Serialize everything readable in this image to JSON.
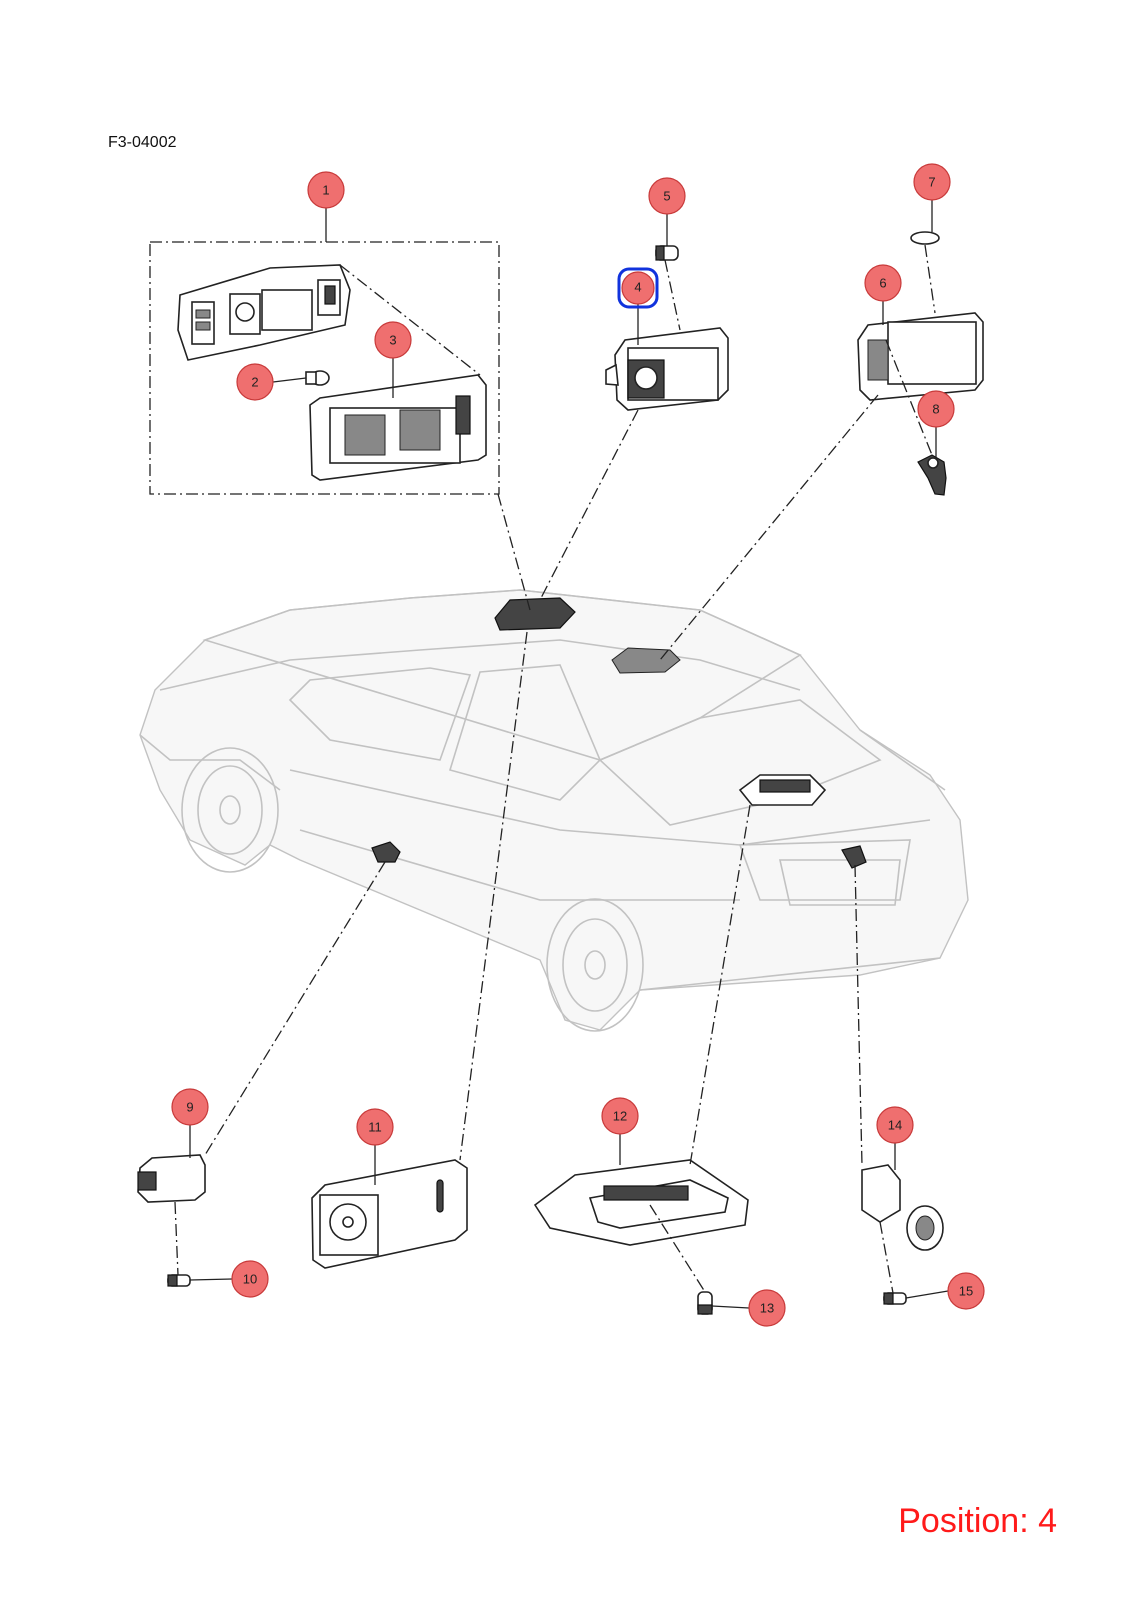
{
  "document_code": "F3-04002",
  "position_label": "Position: 4",
  "selected_callout": "4",
  "callouts": [
    "1",
    "2",
    "3",
    "4",
    "5",
    "6",
    "7",
    "8",
    "9",
    "10",
    "11",
    "12",
    "13",
    "14",
    "15"
  ],
  "colors": {
    "callout_fill": "#ef6f6f",
    "selection": "#1133dd",
    "position_text": "#ff1a1a"
  }
}
